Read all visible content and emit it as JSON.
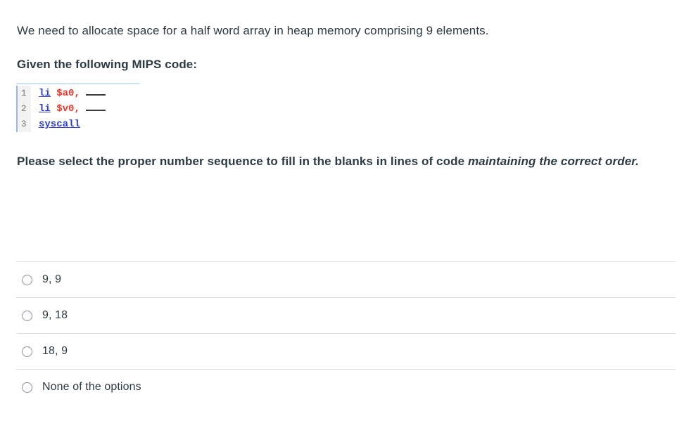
{
  "prompt": {
    "intro": "We need to allocate space for a half word array in heap memory comprising 9 elements.",
    "given": "Given the following MIPS code:",
    "instruction_part1": "Please select the proper number sequence to fill in the blanks in lines of code ",
    "instruction_italic": "maintaining the correct order."
  },
  "code": {
    "lines": [
      {
        "number": "1",
        "keyword": "li",
        "space": " ",
        "register": "$a0",
        "punct": ",",
        "blank": true
      },
      {
        "number": "2",
        "keyword": "li",
        "space": " ",
        "register": "$v0",
        "punct": ",",
        "blank": true
      },
      {
        "number": "3",
        "keyword": "syscall",
        "space": "",
        "register": "",
        "punct": "",
        "blank": false
      }
    ]
  },
  "answers": {
    "options": [
      {
        "label": "9, 9",
        "selected": false
      },
      {
        "label": "9, 18",
        "selected": false
      },
      {
        "label": "18, 9",
        "selected": false
      },
      {
        "label": "None of the options",
        "selected": false
      }
    ]
  },
  "colors": {
    "text": "#2d3b45",
    "keyword": "#2b3ed4",
    "register": "#e8372a",
    "gutter_bg": "#f2f2f2",
    "gutter_border": "#9bb8d8",
    "divider": "#dddddd",
    "radio_border": "#8b9199"
  }
}
